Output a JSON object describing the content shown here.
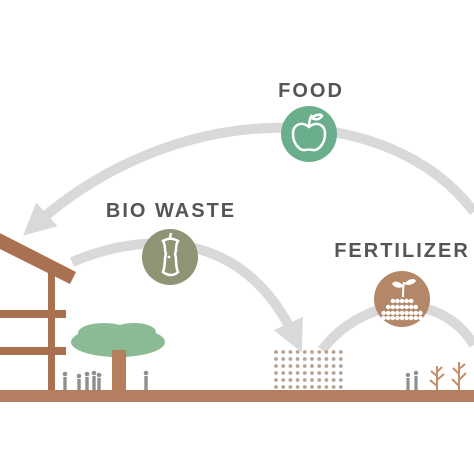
{
  "colors": {
    "background": "#ffffff",
    "arrow": "#d9d9d9",
    "label_text": "#555555",
    "food_circle": "#6aae8c",
    "biowaste_circle": "#8f9475",
    "fertilizer_circle": "#b48769",
    "ground": "#b47e60",
    "house": "#a9714f",
    "tree": "#8bbb94",
    "tree_trunk": "#b57f5e",
    "people": "#8f8f8f",
    "seed_dots": "#b6a497",
    "plants": "#c48f69"
  },
  "labels": {
    "food": "FOOD",
    "bio_waste": "BIO WASTE",
    "fertilizer": "FERTILIZER"
  },
  "icons": {
    "food": "apple-icon",
    "bio_waste": "apple-core-icon",
    "fertilizer": "compost-pile-icon"
  }
}
